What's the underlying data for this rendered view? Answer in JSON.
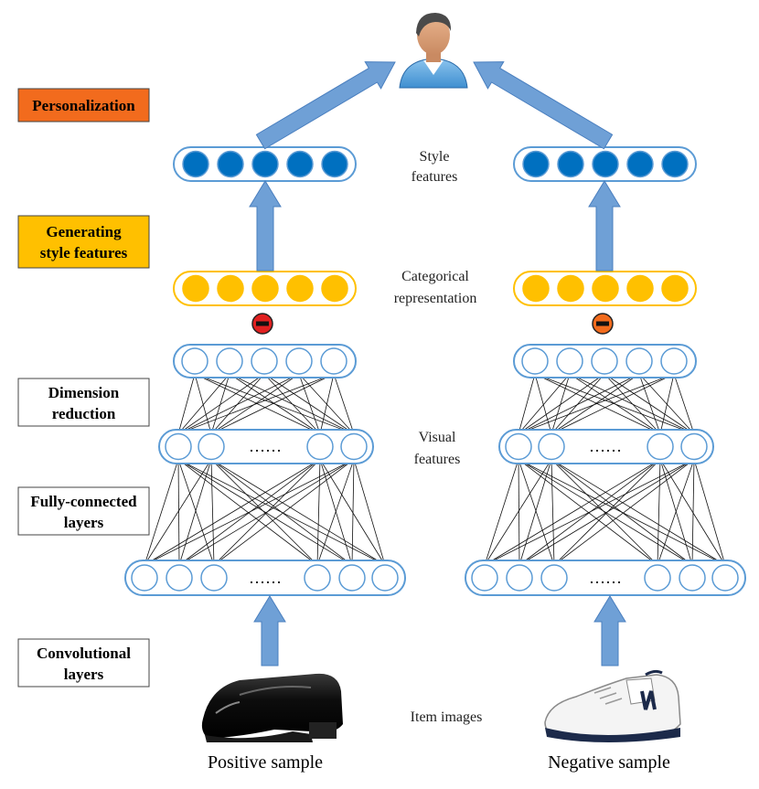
{
  "stages": {
    "personalization": "Personalization",
    "generating_style_line1": "Generating",
    "generating_style_line2": "style features",
    "dimension_reduction_line1": "Dimension",
    "dimension_reduction_line2": "reduction",
    "fully_connected_line1": "Fully-connected",
    "fully_connected_line2": "layers",
    "convolutional_line1": "Convolutional",
    "convolutional_line2": "layers"
  },
  "middle_labels": {
    "style_line1": "Style",
    "style_line2": "features",
    "categorical_line1": "Categorical",
    "categorical_line2": "representation",
    "visual_line1": "Visual",
    "visual_line2": "features",
    "item_images": "Item images"
  },
  "samples": {
    "positive": "Positive sample",
    "negative": "Negative sample"
  },
  "ellipsis": "……",
  "colors": {
    "personalization_box": "#f26b1d",
    "generating_box": "#ffc000",
    "style_node": "#0070c0",
    "category_node": "#ffc000",
    "outline_blue": "#5b9bd5",
    "arrow_blue": "#6fa0d6",
    "minus_positive": "#e02020",
    "minus_negative": "#f26b1d"
  },
  "icons": {
    "user": "user-avatar-icon",
    "positive_item": "loafer-shoe-icon",
    "negative_item": "sneaker-shoe-icon"
  }
}
